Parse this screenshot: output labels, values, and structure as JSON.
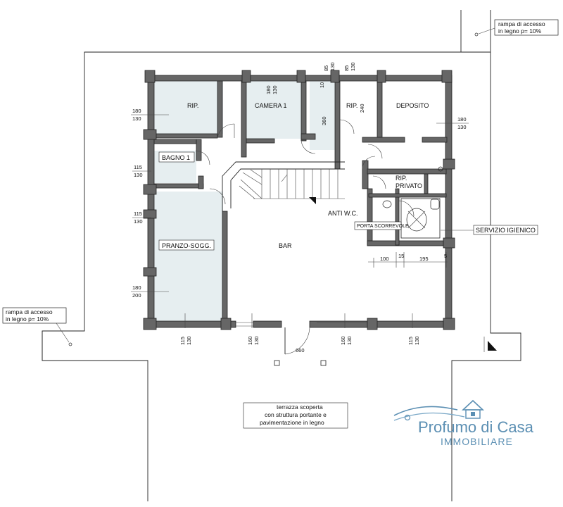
{
  "access_ramp_right": [
    "rampa di accesso",
    "in legno p= 10%"
  ],
  "access_ramp_left": [
    "rampa di accesso",
    "in legno p= 10%"
  ],
  "rooms": {
    "rip_left": "RIP.",
    "camera": "CAMERA 1",
    "rip_mid": "RIP.",
    "deposito": "DEPOSITO",
    "bagno": "BAGNO 1",
    "rip_privato_1": "RIP.",
    "rip_privato_2": "PRIVATO",
    "anti_wc": "ANTI W.C.",
    "porta_scorrevole": "PORTA SCORREVOLE",
    "servizio_igienico": "SERVIZIO IGIENICO",
    "pranzo": "PRANZO-SOGG.",
    "bar": "BAR"
  },
  "dimensions": {
    "d1_a": "180",
    "d1_b": "130",
    "d2_a": "115",
    "d2_b": "130",
    "d3_a": "115",
    "d3_b": "130",
    "d4_a": "180",
    "d4_b": "200",
    "top_a1": "180",
    "top_a2": "130",
    "top_b1": "85",
    "top_b2": "130",
    "top_c1": "85",
    "top_c2": "130",
    "top_d": "10",
    "h360": "360",
    "v240": "240",
    "right_a": "180",
    "right_b": "130",
    "dim15": "15",
    "dim100": "100",
    "dim195": "195",
    "dim5": "5",
    "b1_a": "115",
    "b1_b": "130",
    "b2_a": "160",
    "b2_b": "130",
    "b3_a": "160",
    "b3_b": "130",
    "b4_a": "115",
    "b4_b": "130",
    "door660": "660"
  },
  "terrace": [
    "terrazza scoperta",
    "con struttura portante e",
    "pavimentazione in legno"
  ],
  "logo": {
    "name": "Profumo di Casa",
    "sub": "IMMOBILIARE",
    "color": "#5b8fb3"
  },
  "shade_color": "#e6eef0"
}
